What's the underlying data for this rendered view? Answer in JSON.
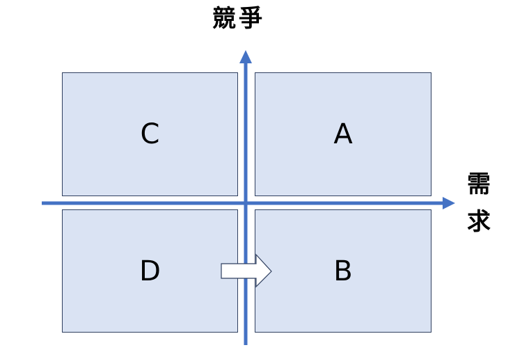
{
  "diagram": {
    "y_axis_label": "競爭",
    "x_axis_label": "需求",
    "quadrants": {
      "top_left": "C",
      "top_right": "A",
      "bottom_left": "D",
      "bottom_right": "B"
    },
    "colors": {
      "axis": "#4472c4",
      "quadrant_fill": "#dae3f3",
      "quadrant_border": "#2f3f5f",
      "transition_arrow_border": "#2f3f5f"
    }
  }
}
